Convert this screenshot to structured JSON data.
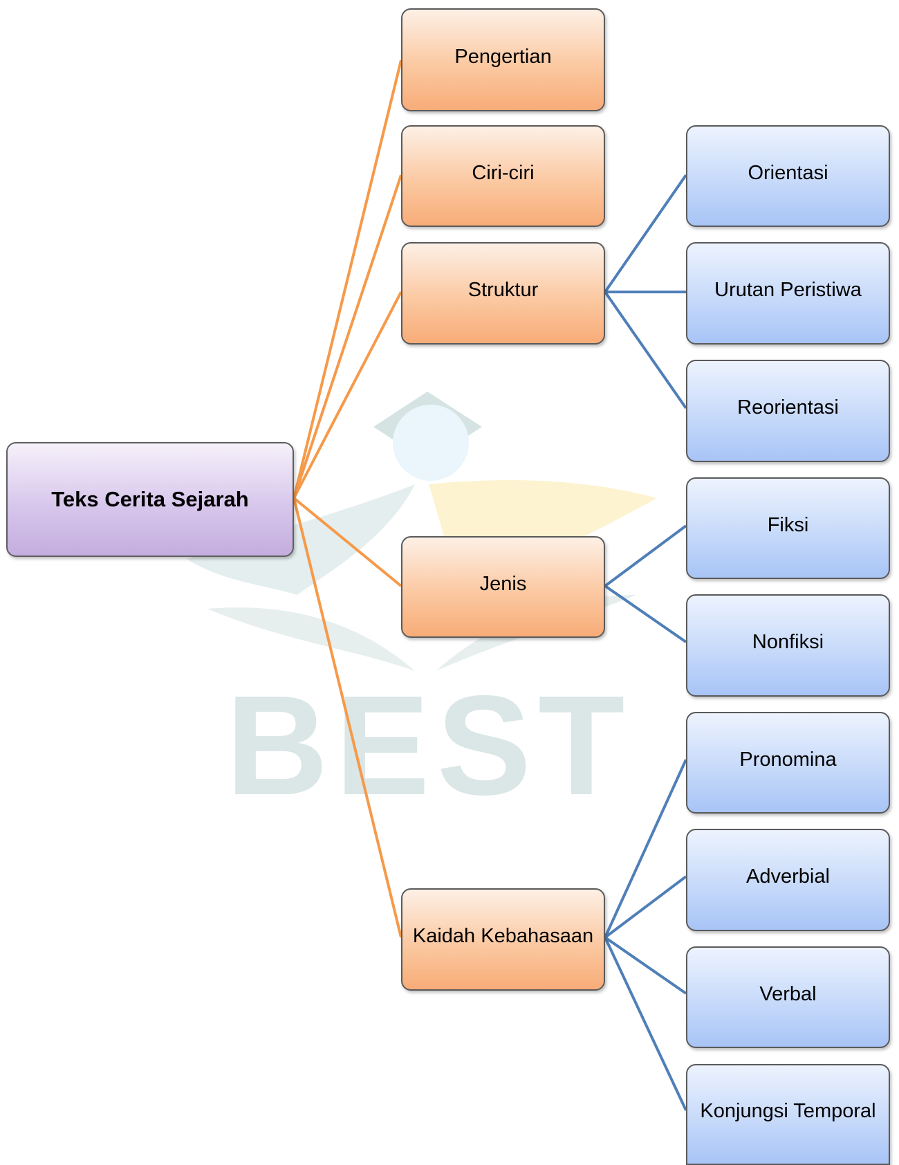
{
  "diagram": {
    "root": {
      "label": "Teks Cerita Sejarah"
    },
    "branches": [
      {
        "id": "pengertian",
        "label": "Pengertian",
        "children": []
      },
      {
        "id": "ciri-ciri",
        "label": "Ciri-ciri",
        "children": []
      },
      {
        "id": "struktur",
        "label": "Struktur",
        "children": [
          "Orientasi",
          "Urutan Peristiwa",
          "Reorientasi"
        ]
      },
      {
        "id": "jenis",
        "label": "Jenis",
        "children": [
          "Fiksi",
          "Nonfiksi"
        ]
      },
      {
        "id": "kaidah",
        "label": "Kaidah Kebahasaan",
        "children": [
          "Pronomina",
          "Adverbial",
          "Verbal",
          "Konjungsi Temporal"
        ]
      }
    ]
  },
  "watermark": {
    "text": "BEST"
  },
  "colors": {
    "orange_connector": "#f59a4a",
    "blue_connector": "#4f7fb8",
    "root_fill": "#d3c0ea",
    "orange_fill": "#fbc9a2",
    "blue_fill": "#c7dafa",
    "watermark_teal": "#cfe0df"
  }
}
